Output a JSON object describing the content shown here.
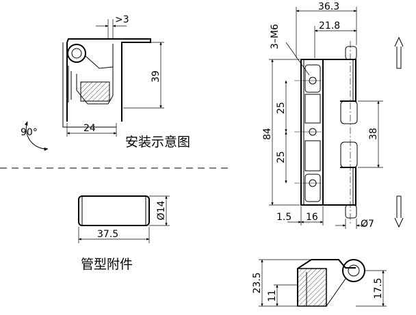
{
  "labels": {
    "install_caption": "安装示意图",
    "accessory_caption": "管型附件",
    "angle": "90°",
    "gap": ">3",
    "thread": "3–M6"
  },
  "dimensions": {
    "install_height": "39",
    "install_width": "24",
    "tube_dia": "Ø14",
    "tube_len": "37.5",
    "top_width": "36.3",
    "inner_width": "21.8",
    "total_height": "84",
    "pitch_upper": "25",
    "pitch_lower": "25",
    "pin_span": "38",
    "offset": "1.5",
    "base_width": "16",
    "pin_dia": "Ø7",
    "side_height": "23.5",
    "side_low": "11",
    "side_right": "17.5"
  },
  "colors": {
    "line": "#000000",
    "hatch": "#666666",
    "background": "#ffffff"
  }
}
